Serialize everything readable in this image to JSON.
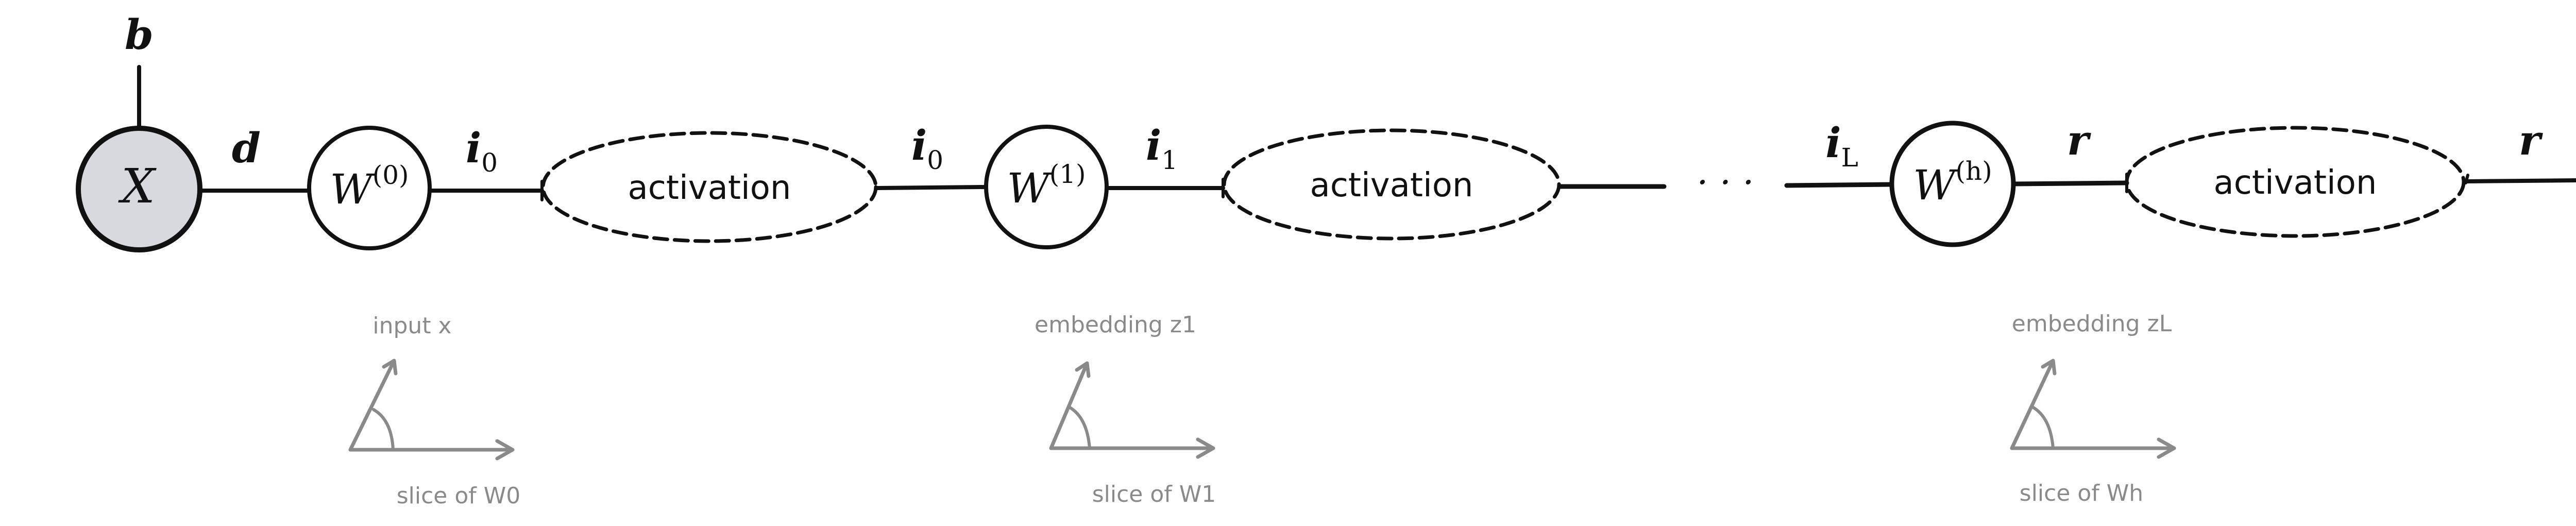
{
  "diagram": {
    "bias_label": "b",
    "input_node_label": "X",
    "edge_labels": {
      "d": "d",
      "i0_a": "i",
      "i0_a_sub": "0",
      "i0_b": "i",
      "i0_b_sub": "0",
      "i1": "i",
      "i1_sub": "1",
      "iL": "i",
      "iL_sub": "L",
      "r_a": "r",
      "r_b": "r"
    },
    "weight_nodes": [
      {
        "base": "W",
        "sup": "(0)"
      },
      {
        "base": "W",
        "sup": "(1)"
      },
      {
        "base": "W",
        "sup": "(h)"
      }
    ],
    "activation_label": "activation",
    "ellipsis": "· · ·",
    "angle_sketches": [
      {
        "top_label": "input x",
        "bottom_label": "slice of W0"
      },
      {
        "top_label": "embedding z1",
        "bottom_label": "slice of W1"
      },
      {
        "top_label": "embedding zL",
        "bottom_label": "slice of Wh"
      }
    ],
    "colors": {
      "stroke": "#111111",
      "input_node_fill": "#d7d9de",
      "annotation_gray": "#8a8a8a"
    }
  }
}
